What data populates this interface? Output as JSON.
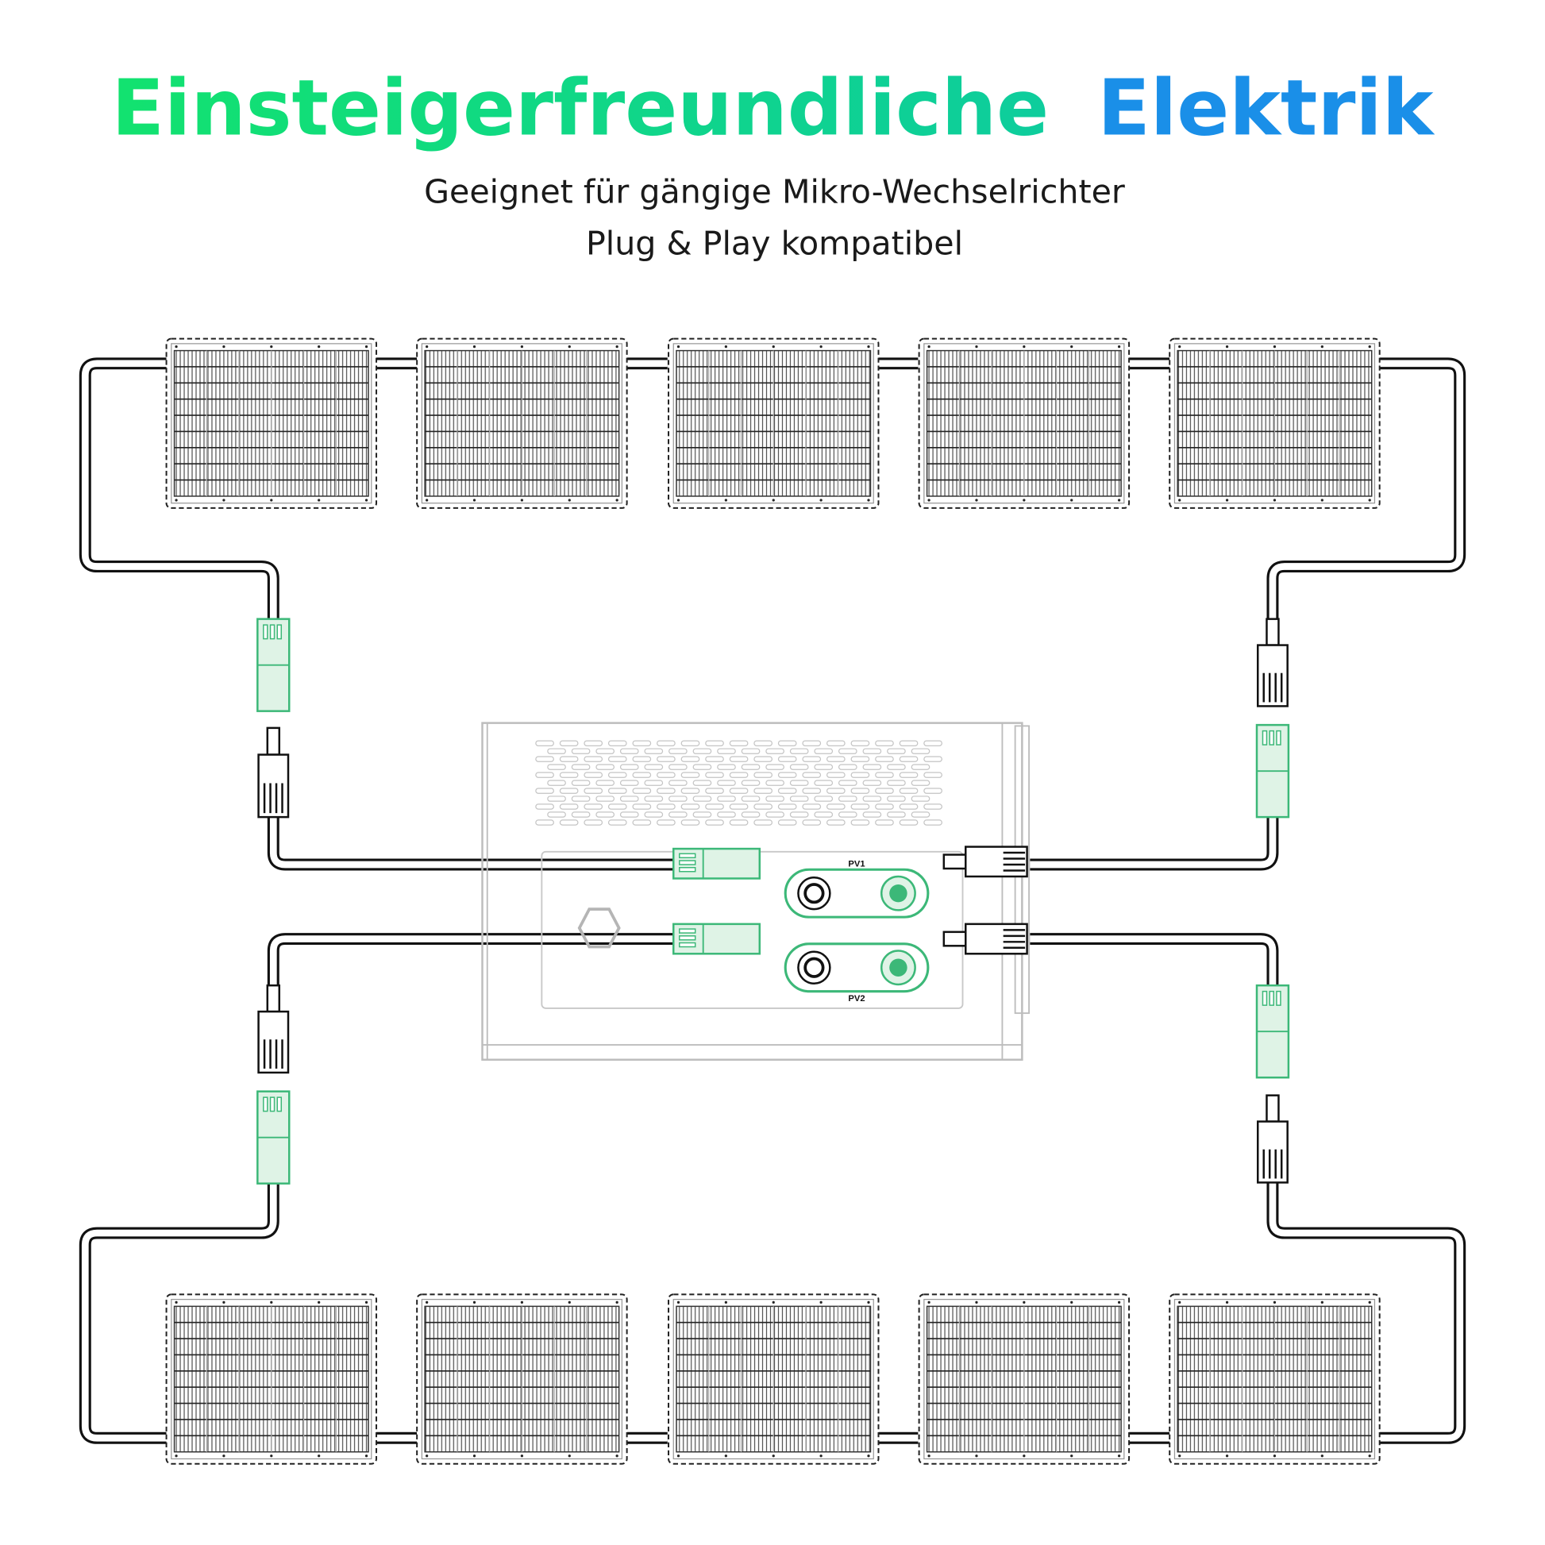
{
  "header": {
    "title_part1": "Einsteigerfreundliche",
    "title_part2": "Elektrik",
    "subtitle_line1": "Geeignet für gängige Mikro-Wechselrichter",
    "subtitle_line2": "Plug & Play kompatibel"
  },
  "inverter": {
    "port1_label": "PV1",
    "port2_label": "PV2"
  },
  "colors": {
    "title_green": "#12e26f",
    "title_teal": "#0cc4b0",
    "title_blue": "#1a8fe8",
    "connector_green": "#3cb878",
    "connector_fill": "#dff3e6",
    "outline_gray": "#bdbdbd"
  },
  "panels": {
    "top_row_count": 5,
    "bottom_row_count": 5
  }
}
